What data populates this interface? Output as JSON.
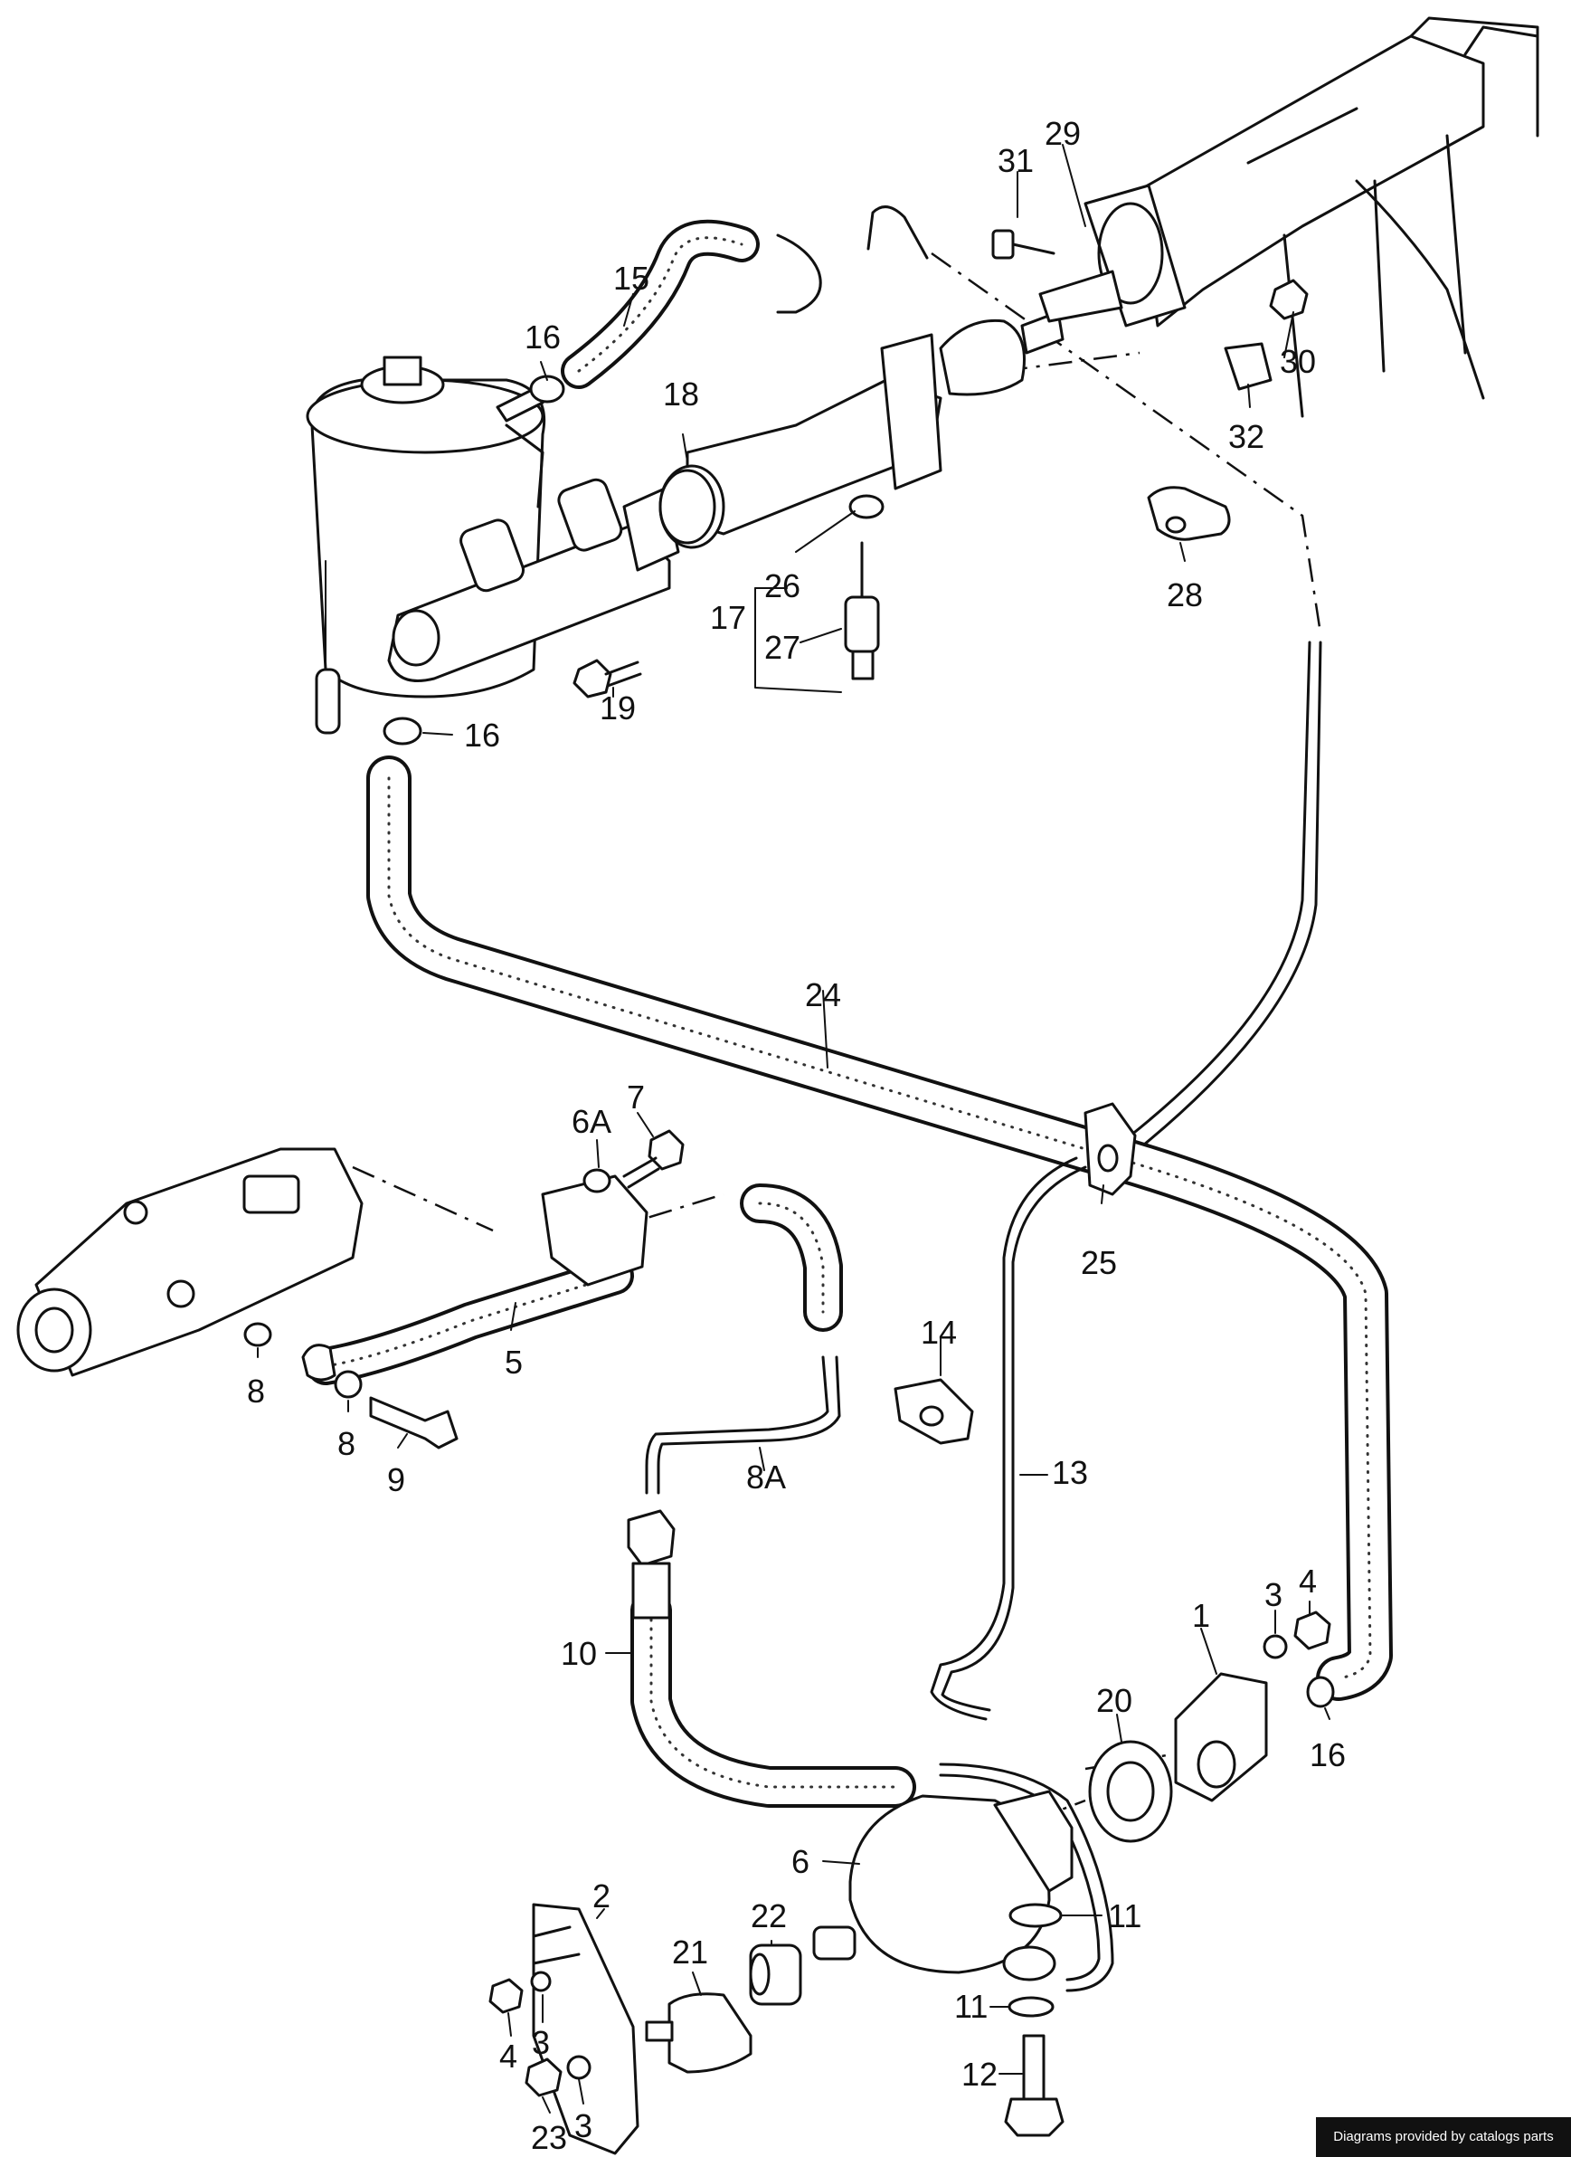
{
  "diagram": {
    "watermark": "Diagrams provided by catalogs parts",
    "labels": {
      "p1": "1",
      "p2": "2",
      "p3a": "3",
      "p3b": "3",
      "p3c": "3",
      "p4a": "4",
      "p4b": "4",
      "p5": "5",
      "p6": "6",
      "p6a": "6A",
      "p7": "7",
      "p8a": "8",
      "p8b": "8",
      "p8A": "8A",
      "p9": "9",
      "p10": "10",
      "p11a": "11",
      "p11b": "11",
      "p12": "12",
      "p13": "13",
      "p14": "14",
      "p15": "15",
      "p16a": "16",
      "p16b": "16",
      "p16c": "16",
      "p17": "17",
      "p18": "18",
      "p19": "19",
      "p20": "20",
      "p21": "21",
      "p22": "22",
      "p23": "23",
      "p24": "24",
      "p25": "25",
      "p26": "26",
      "p27": "27",
      "p28": "28",
      "p29": "29",
      "p30": "30",
      "p31": "31",
      "p32": "32"
    }
  }
}
